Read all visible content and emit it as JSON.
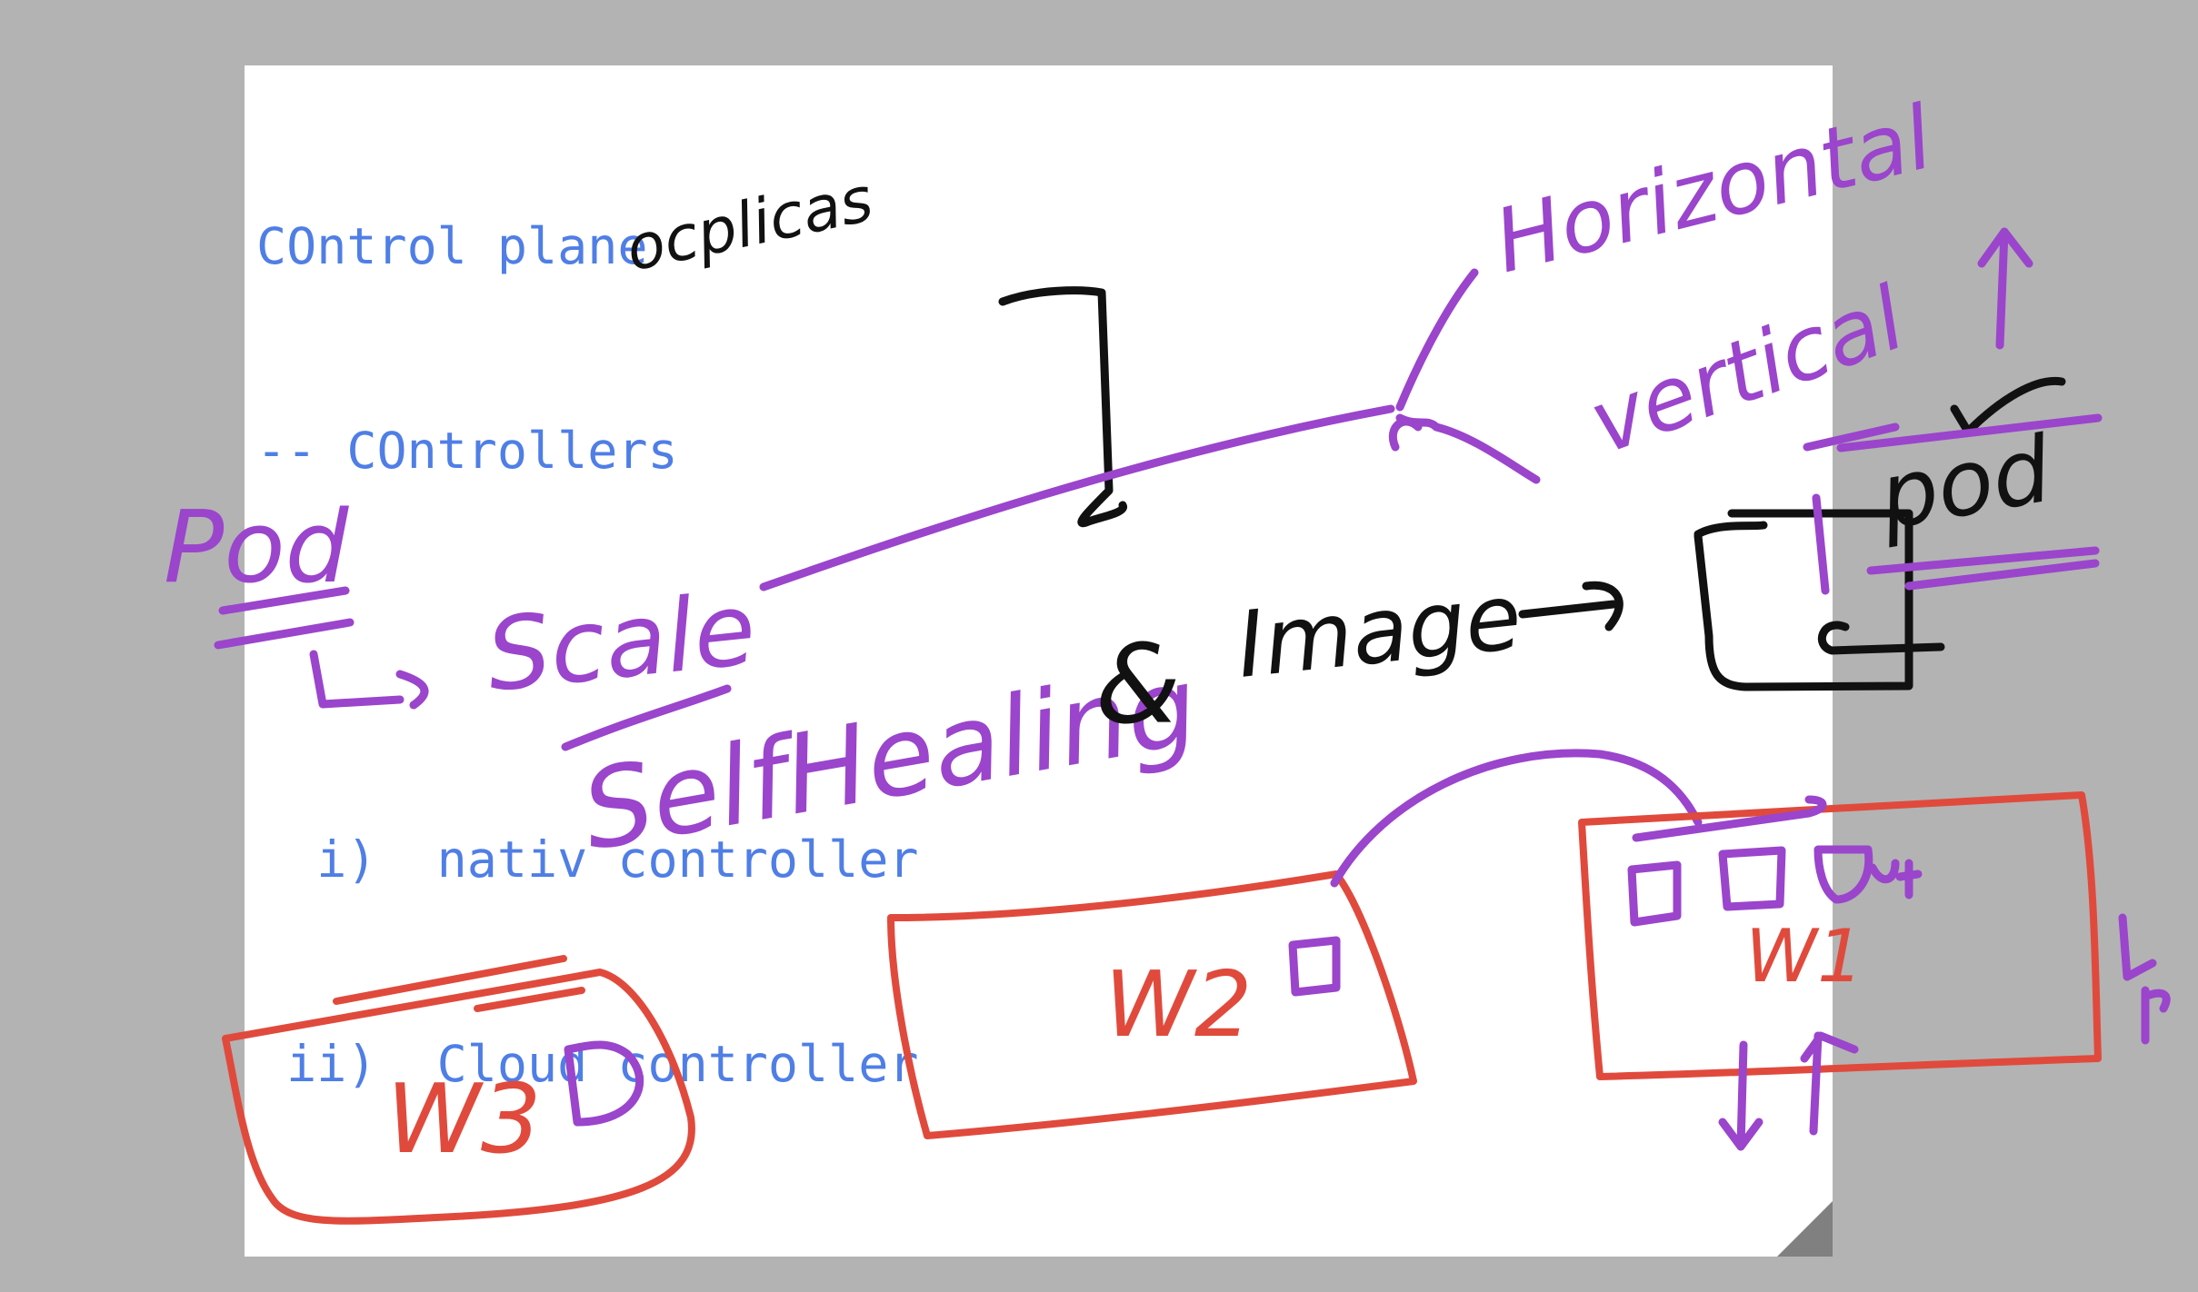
{
  "colors": {
    "background": "#b3b3b3",
    "sheet": "#ffffff",
    "typed_text": "#4f7ee6",
    "ink_purple": "#9a45cc",
    "ink_black": "#111111",
    "ink_red": "#e04a3c"
  },
  "typed_notes": {
    "line1": "COntrol plane",
    "line2": "-- COntrollers",
    "line3": "",
    "line4": "  i)  nativ controller",
    "line5": " ii)  Cloud controller"
  },
  "handwriting": {
    "replicas": "ocplicas",
    "horizontal": "Horizontal",
    "vertical": "vertical",
    "pod_left": "Pod",
    "scale": "Scale",
    "self_healing": "SelfHealing",
    "and": "&",
    "image": "Image",
    "pod_right": "pod",
    "w3": "W3",
    "w2": "W2",
    "w1": "W1"
  }
}
